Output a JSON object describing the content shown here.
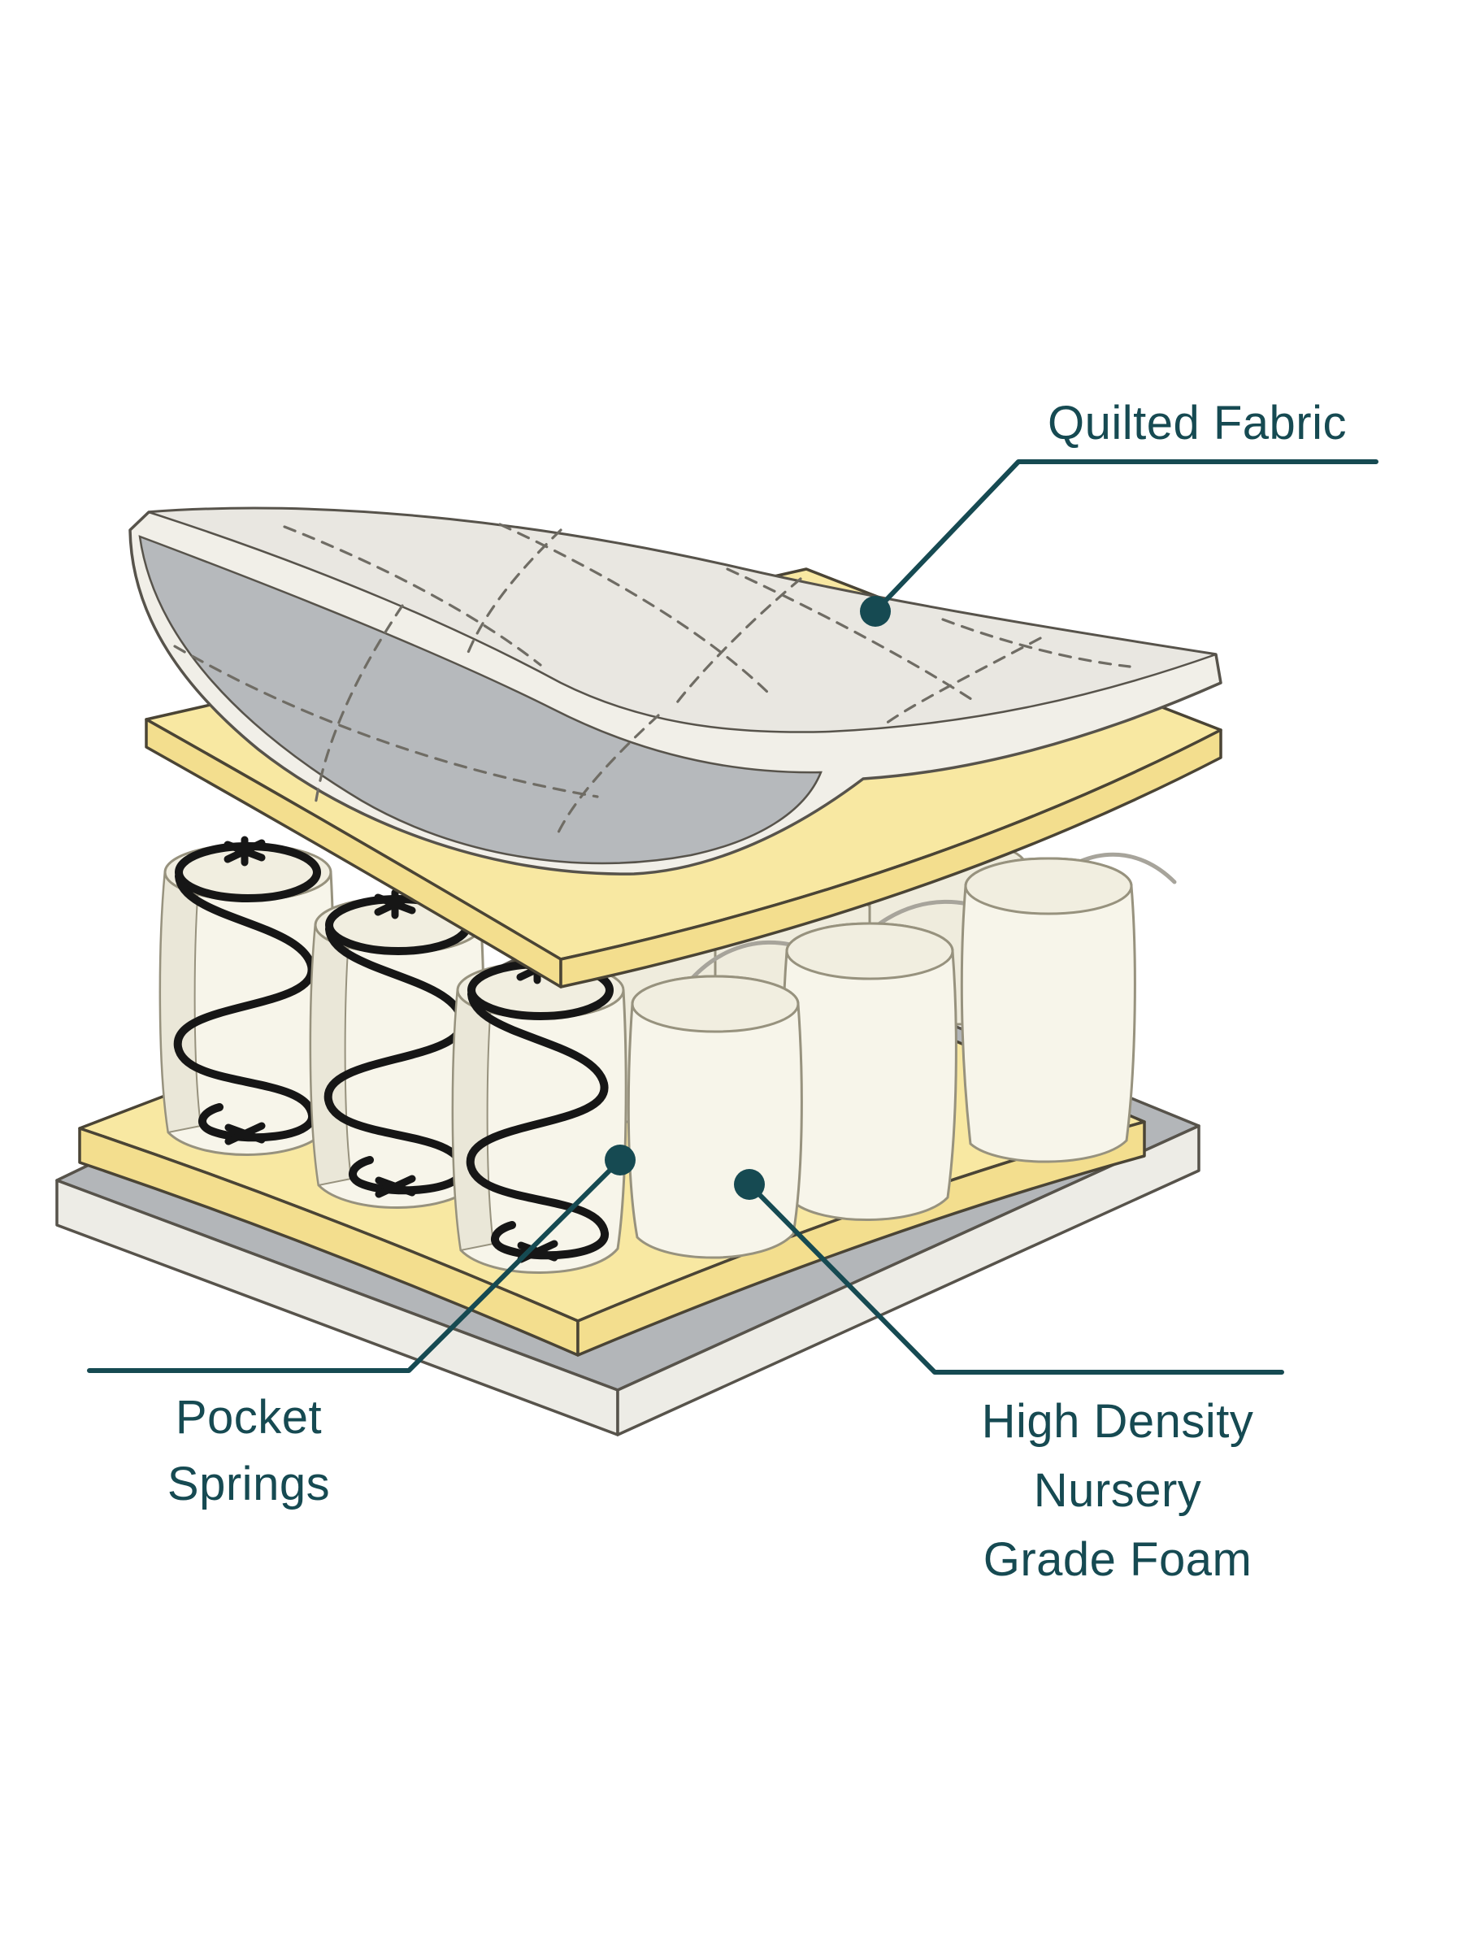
{
  "colors": {
    "page_bg": "#ffffff",
    "teal": "#164a52",
    "quilt_top": "#e9e7e1",
    "quilt_under": "#b6b9bc",
    "quilt_edge": "#f1efe8",
    "foam_top": "#f8e8a2",
    "foam_side": "#f3de8e",
    "base_top": "#b3b6b9",
    "base_side": "#edece6",
    "pocket": "#f7f5ea",
    "pocket_inner": "#f1eee0",
    "pocket_flap": "#eae7d8",
    "back_pocket": "#efecdd",
    "wire": "#161616",
    "back_wire": "#a7a49b",
    "outline": "#57534b",
    "slab_outline": "#4a4435",
    "pocket_outline": "#97927e",
    "dash": "#6f6c64"
  },
  "labels": {
    "quilted_fabric": "Quilted Fabric",
    "pocket_springs_line1": "Pocket",
    "pocket_springs_line2": "Springs",
    "high_density_line1": "High Density",
    "high_density_line2": "Nursery",
    "high_density_line3": "Grade Foam"
  }
}
